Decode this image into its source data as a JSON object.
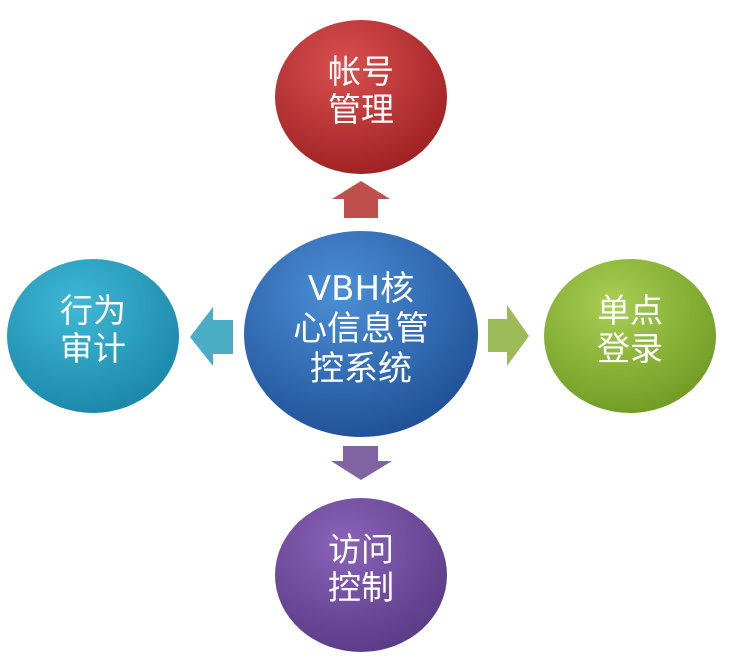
{
  "diagram": {
    "center": {
      "lines": [
        "VBH核",
        "心信息管",
        "控系统"
      ],
      "color_light": "#4c8fd6",
      "color_dark": "#1f4f96"
    },
    "top": {
      "lines": [
        "帐号",
        "管理"
      ],
      "color_light": "#d9504f",
      "color_dark": "#9e2022",
      "arrow_color": "#c0504d"
    },
    "right": {
      "lines": [
        "单点",
        "登录"
      ],
      "color_light": "#a9cf54",
      "color_dark": "#6f9a22",
      "arrow_color": "#9bbb59"
    },
    "bottom": {
      "lines": [
        "访问",
        "控制"
      ],
      "color_light": "#8a63b8",
      "color_dark": "#5a3a85",
      "arrow_color": "#8064a2"
    },
    "left": {
      "lines": [
        "行为",
        "审计"
      ],
      "color_light": "#3fb8d6",
      "color_dark": "#1a86a8",
      "arrow_color": "#4bacc6"
    }
  }
}
